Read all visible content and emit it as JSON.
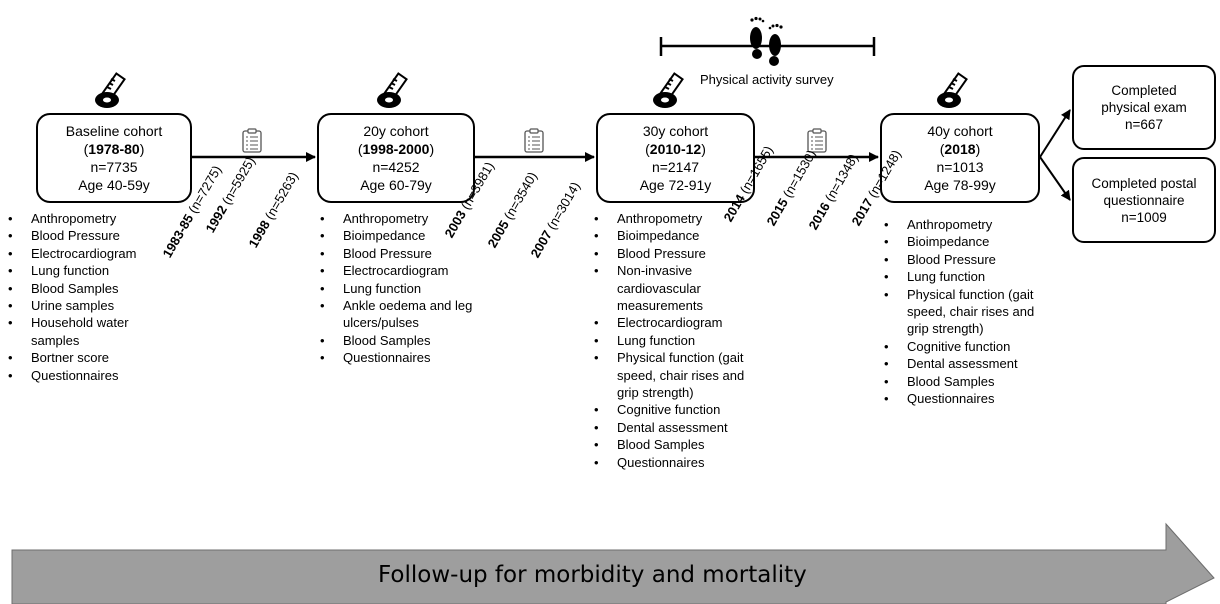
{
  "cohorts": [
    {
      "title": "Baseline cohort",
      "years": "1978-80",
      "n": "n=7735",
      "age": "Age 40-59y",
      "measures": [
        "Anthropometry",
        "Blood Pressure",
        "Electrocardiogram",
        "Lung function",
        "Blood Samples",
        "Urine samples",
        "Household water samples",
        "Bortner score",
        "Questionnaires"
      ]
    },
    {
      "title": "20y cohort",
      "years": "1998-2000",
      "n": "n=4252",
      "age": "Age 60-79y",
      "measures": [
        "Anthropometry",
        "Bioimpedance",
        "Blood Pressure",
        "Electrocardiogram",
        "Lung function",
        "Ankle oedema and leg ulcers/pulses",
        "Blood Samples",
        "Questionnaires"
      ]
    },
    {
      "title": "30y cohort",
      "years": "2010-12",
      "n": "n=2147",
      "age": "Age 72-91y",
      "measures": [
        "Anthropometry",
        "Bioimpedance",
        "Blood Pressure",
        "Non-invasive cardiovascular measurements",
        "Electrocardiogram",
        "Lung function",
        "Physical function (gait speed, chair rises and grip strength)",
        "Cognitive function",
        "Dental assessment",
        "Blood Samples",
        "Questionnaires"
      ]
    },
    {
      "title": "40y cohort",
      "years": "2018",
      "n": "n=1013",
      "age": "Age 78-99y",
      "measures": [
        "Anthropometry",
        "Bioimpedance",
        "Blood Pressure",
        "Lung function",
        "Physical function (gait speed, chair rises and grip strength)",
        "Cognitive function",
        "Dental assessment",
        "Blood Samples",
        "Questionnaires"
      ]
    }
  ],
  "postal_surveys": [
    [
      {
        "year": "1983-85",
        "n": "(n=7275)"
      },
      {
        "year": "1992",
        "n": "(n=5925)"
      },
      {
        "year": "1998",
        "n": "(n=5263)"
      }
    ],
    [
      {
        "year": "2003",
        "n": "(n=3981)"
      },
      {
        "year": "2005",
        "n": "(n=3540)"
      },
      {
        "year": "2007",
        "n": "(n=3014)"
      }
    ],
    [
      {
        "year": "2014",
        "n": "(n=1655)"
      },
      {
        "year": "2015",
        "n": "(n=1530)"
      },
      {
        "year": "2016",
        "n": "(n=1348)"
      },
      {
        "year": "2017",
        "n": "(n=1248)"
      }
    ]
  ],
  "physical_activity_label": "Physical activity survey",
  "outcomes": [
    {
      "line1": "Completed",
      "line2": "physical exam",
      "line3": "n=667"
    },
    {
      "line1": "Completed postal",
      "line2": "questionnaire",
      "line3": "n=1009"
    }
  ],
  "follow_up_label": "Follow-up for morbidity and mortality",
  "colors": {
    "arrow_fill": "#9e9e9e",
    "stroke": "#000000"
  }
}
